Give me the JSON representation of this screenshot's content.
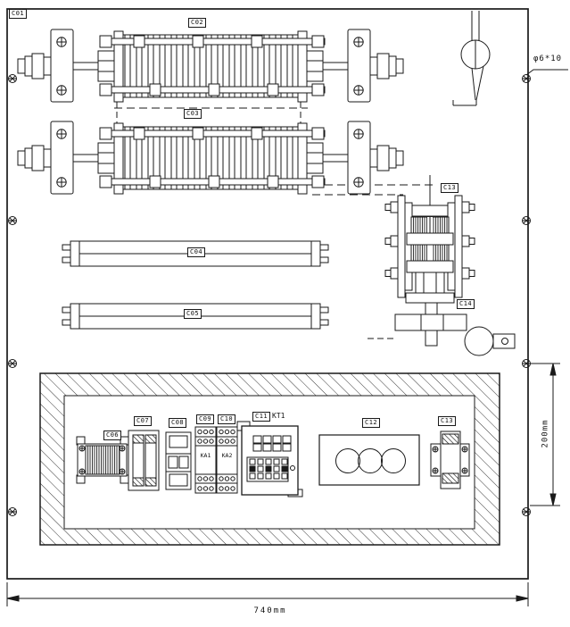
{
  "labels": {
    "c01": "C01",
    "c02": "C02",
    "c03": "C03",
    "c04": "C04",
    "c05": "C05",
    "c06": "C06",
    "c07": "C07",
    "c08": "C08",
    "c09": "C09",
    "c10": "C10",
    "c11": "C11",
    "c12": "C12",
    "c13_side": "C13",
    "c13_panel": "C13",
    "c14": "C14",
    "kt1": "KT1",
    "ka1": "KA1",
    "ka2": "KA2"
  },
  "dimensions": {
    "overall_width": "740mm",
    "panel_height": "200mm",
    "mounting_hole": "φ6*10"
  }
}
